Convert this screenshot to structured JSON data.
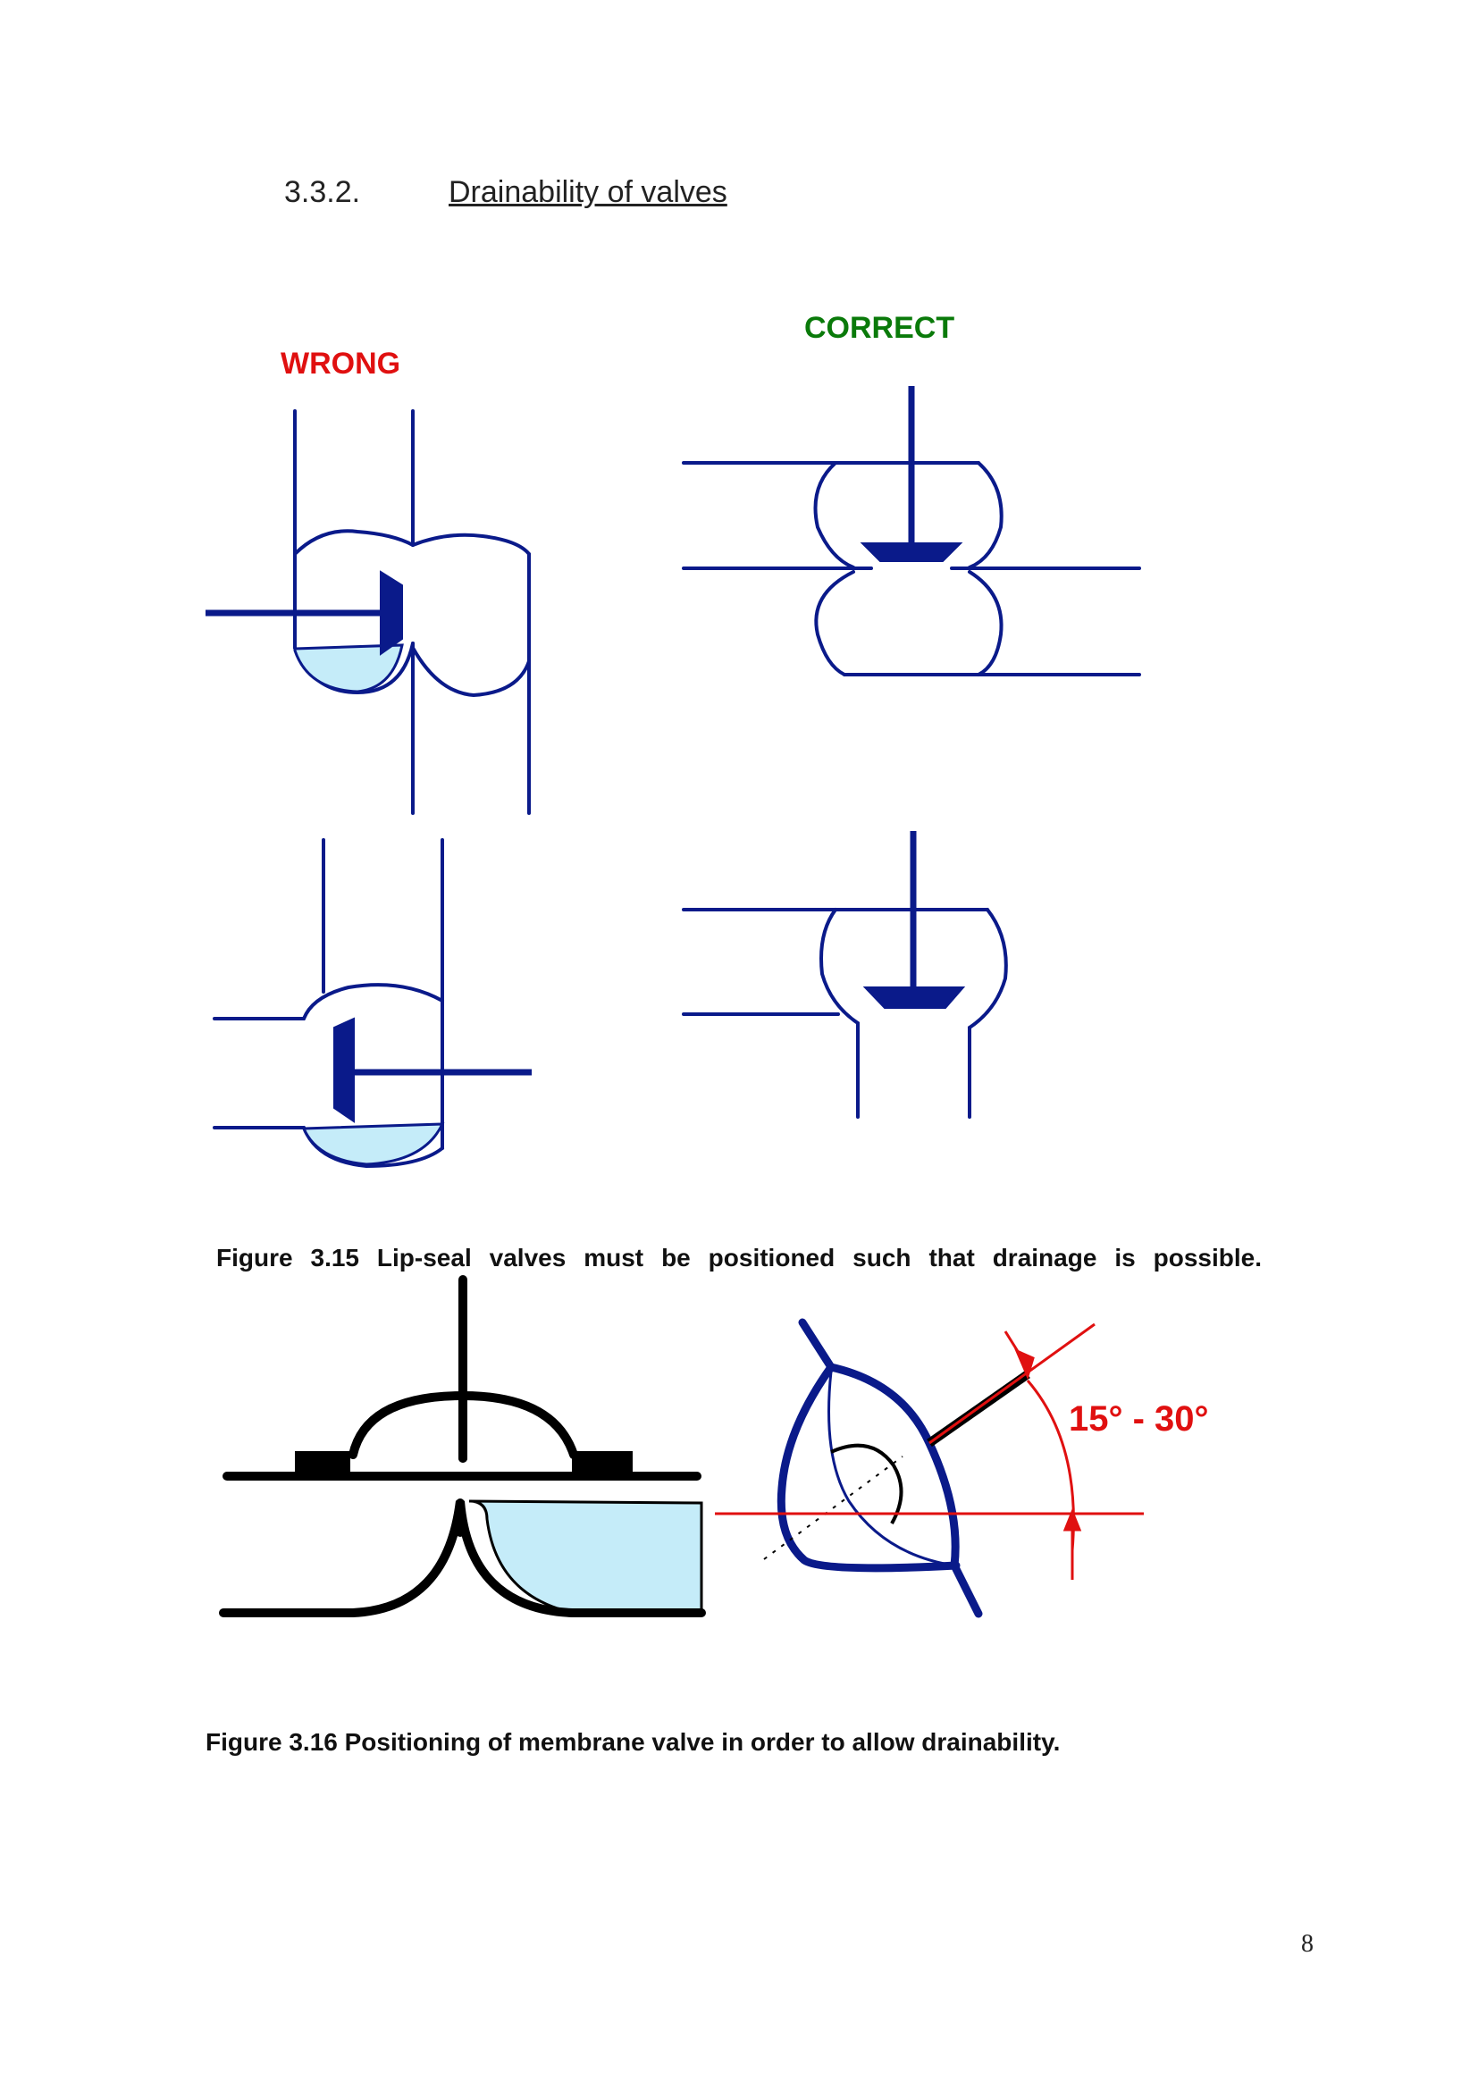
{
  "section": {
    "number": "3.3.2.",
    "title": "Drainability of valves"
  },
  "figure_3_15": {
    "label_wrong": "WRONG",
    "label_correct": "CORRECT",
    "caption": "Figure 3.15 Lip-seal valves must be positioned such that drainage is possible."
  },
  "figure_3_16": {
    "angle_label": "15° - 30°",
    "caption": "Figure 3.16 Positioning of membrane valve in order to allow drainability."
  },
  "page_number": "8",
  "colors": {
    "valve_outline": "#0a1a8a",
    "water": "#c5ecf9",
    "wrong": "#e01010",
    "correct": "#0a7a0a",
    "membrane": "#000000",
    "angle_lines": "#e01010"
  }
}
